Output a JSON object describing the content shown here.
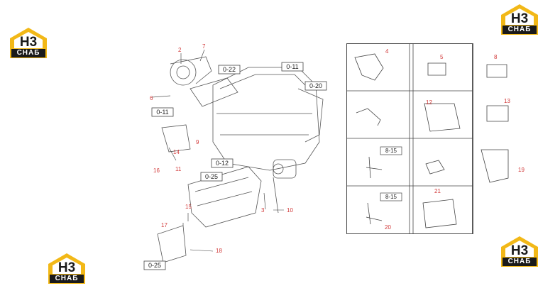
{
  "logo": {
    "mark": "H3",
    "word": "СНАБ",
    "brand_color": "#f2b817"
  },
  "accent_color": "#d23b3b",
  "ref_boxes": [
    "0-22",
    "0-11",
    "0-20",
    "0-11",
    "0-12",
    "0-25",
    "0-25"
  ],
  "callouts": [
    "2",
    "7",
    "6",
    "14",
    "9",
    "16",
    "11",
    "15",
    "17",
    "3",
    "10",
    "18"
  ],
  "grid": {
    "cells": [
      {
        "num": "4"
      },
      {
        "num": "5"
      },
      {
        "num": "8"
      },
      {
        "num": ""
      },
      {
        "num": "12"
      },
      {
        "num": "13"
      },
      {
        "num": "",
        "ref": "8-15"
      },
      {
        "num": ""
      },
      {
        "num": "19"
      },
      {
        "num": "20",
        "ref": "8-15"
      },
      {
        "num": "21"
      },
      {
        "num": ""
      }
    ]
  }
}
